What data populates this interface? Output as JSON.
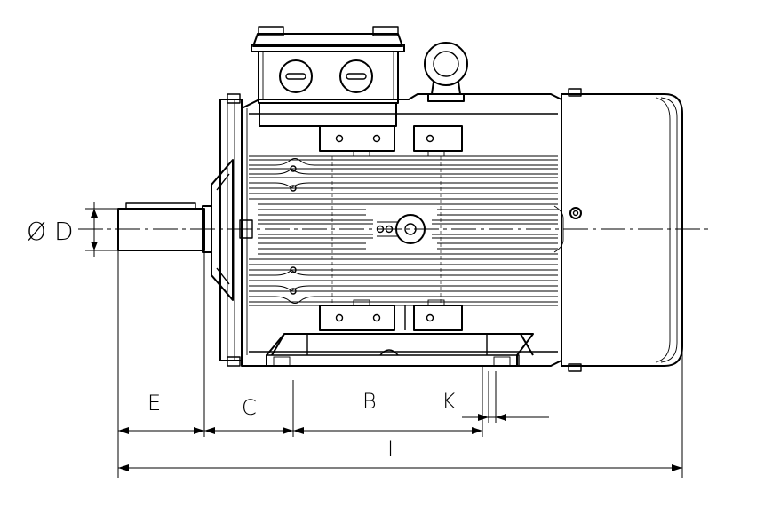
{
  "labels": {
    "diameter": "Ø D",
    "e": "E",
    "c": "C",
    "b": "B",
    "k": "K",
    "l": "L"
  }
}
